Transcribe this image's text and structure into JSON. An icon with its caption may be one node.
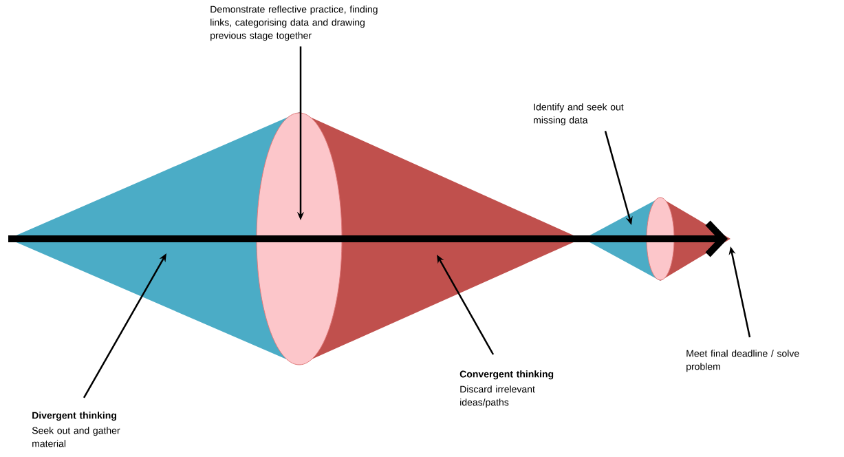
{
  "diagram": {
    "nodes": [
      {
        "text": [
          "Demonstrate reflective practice, finding links, categorising data and drawing previous stage together"
        ]
      },
      {
        "text": [
          "Identify and seek out missing data"
        ]
      },
      {
        "text": [
          "Divergent thinking",
          "Seek out and gather material"
        ]
      },
      {
        "text": [
          "Convergent thinking",
          "Discard irrelevant ideas/paths"
        ]
      },
      {
        "text": [
          "Meet final deadline / solve problem"
        ]
      }
    ],
    "edges": [
      {
        "from": 0,
        "to": null,
        "arrow": "to"
      },
      {
        "from": 1,
        "to": null,
        "arrow": "to"
      },
      {
        "from": 2,
        "to": null,
        "arrow": "to"
      },
      {
        "from": 3,
        "to": null,
        "arrow": "to"
      },
      {
        "from": 4,
        "to": null,
        "arrow": "to"
      }
    ]
  }
}
